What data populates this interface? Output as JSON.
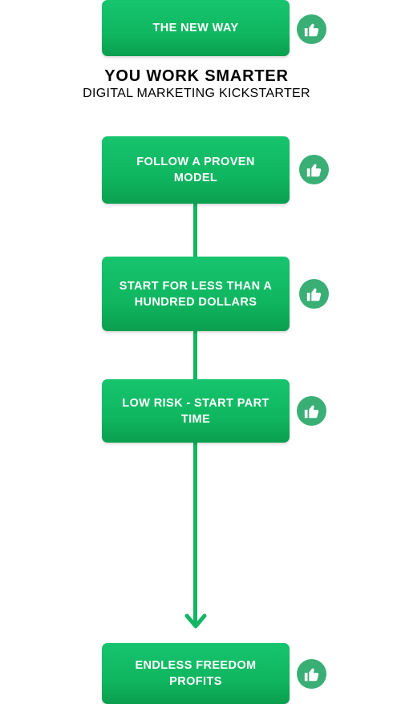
{
  "top_box": {
    "label": "THE NEW WAY"
  },
  "heading": {
    "title": "YOU WORK SMARTER",
    "subtitle": "DIGITAL MARKETING KICKSTARTER"
  },
  "steps": [
    {
      "label": "FOLLOW A PROVEN MODEL"
    },
    {
      "label": "START FOR LESS THAN A HUNDRED DOLLARS"
    },
    {
      "label": "LOW RISK - START PART TIME"
    }
  ],
  "final_box": {
    "label": "ENDLESS FREEDOM PROFITS"
  },
  "icon": "thumbs-up-icon",
  "colors": {
    "box_green": "#10b660",
    "icon_green": "#3aaf75",
    "text_white": "#ffffff",
    "heading_black": "#000000"
  }
}
